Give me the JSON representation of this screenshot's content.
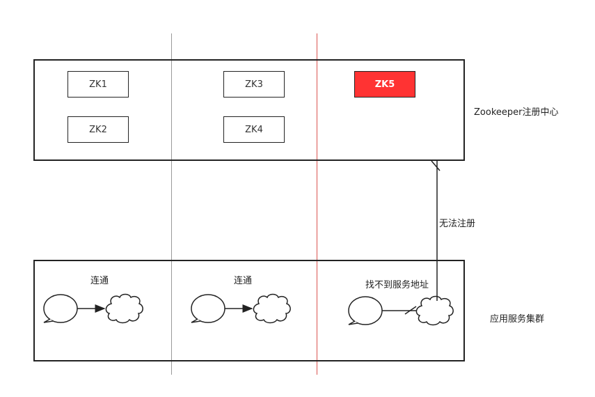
{
  "registry": {
    "label": "Zookeeper注册中心",
    "nodes": [
      {
        "name": "ZK1",
        "status": "normal"
      },
      {
        "name": "ZK2",
        "status": "normal"
      },
      {
        "name": "ZK3",
        "status": "normal"
      },
      {
        "name": "ZK4",
        "status": "normal"
      },
      {
        "name": "ZK5",
        "status": "failed"
      }
    ]
  },
  "cluster": {
    "label": "应用服务集群",
    "groups": [
      {
        "caption": "连通"
      },
      {
        "caption": "连通"
      },
      {
        "caption": "找不到服务地址"
      }
    ]
  },
  "link": {
    "label": "无法注册"
  },
  "colors": {
    "failed_node": "#ff3333",
    "partition_line_left": "#999999",
    "partition_line_right": "#d9534f"
  }
}
